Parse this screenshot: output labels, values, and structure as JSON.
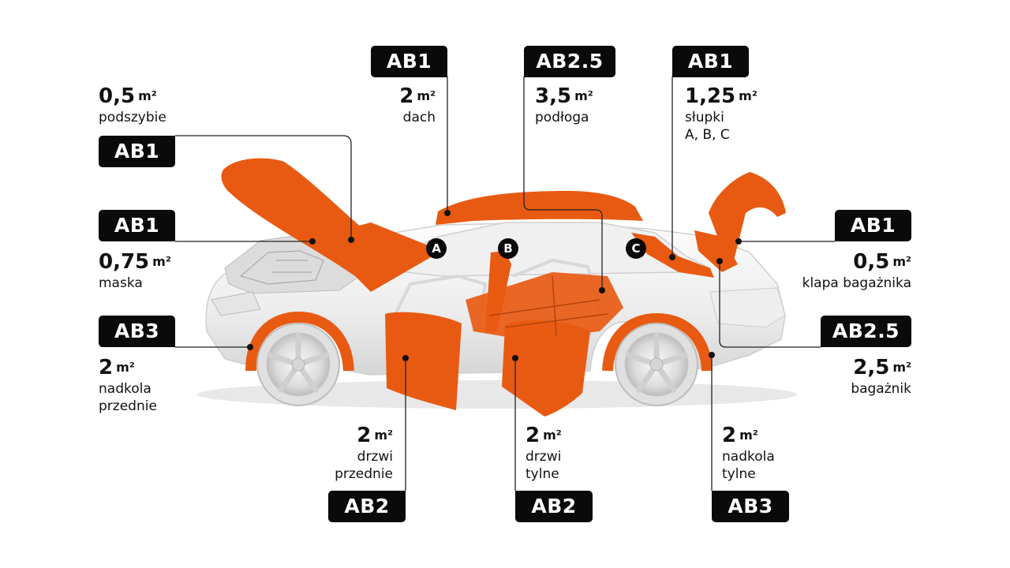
{
  "colors": {
    "accent": "#e85a12",
    "tag_bg": "#0a0a0a",
    "tag_text": "#ffffff",
    "line": "#222222",
    "car_body": "#f3f3f3"
  },
  "unit": "m²",
  "pillars": {
    "a": "A",
    "b": "B",
    "c": "C"
  },
  "callouts": {
    "podszybie": {
      "tag": "AB1",
      "amount": "0,5",
      "desc": [
        "podszybie"
      ]
    },
    "dach": {
      "tag": "AB1",
      "amount": "2",
      "desc": [
        "dach"
      ]
    },
    "podloga": {
      "tag": "AB2.5",
      "amount": "3,5",
      "desc": [
        "podłoga"
      ]
    },
    "slupki": {
      "tag": "AB1",
      "amount": "1,25",
      "desc": [
        "słupki",
        "A, B, C"
      ]
    },
    "maska": {
      "tag": "AB1",
      "amount": "0,75",
      "desc": [
        "maska"
      ]
    },
    "nadkola_przednie": {
      "tag": "AB3",
      "amount": "2",
      "desc": [
        "nadkola",
        "przednie"
      ]
    },
    "klapa": {
      "tag": "AB1",
      "amount": "0,5",
      "desc": [
        "klapa bagażnika"
      ]
    },
    "bagaznik": {
      "tag": "AB2.5",
      "amount": "2,5",
      "desc": [
        "bagażnik"
      ]
    },
    "drzwi_przednie": {
      "tag": "AB2",
      "amount": "2",
      "desc": [
        "drzwi",
        "przednie"
      ]
    },
    "drzwi_tylne": {
      "tag": "AB2",
      "amount": "2",
      "desc": [
        "drzwi",
        "tylne"
      ]
    },
    "nadkola_tylne": {
      "tag": "AB3",
      "amount": "2",
      "desc": [
        "nadkola",
        "tylne"
      ]
    }
  }
}
